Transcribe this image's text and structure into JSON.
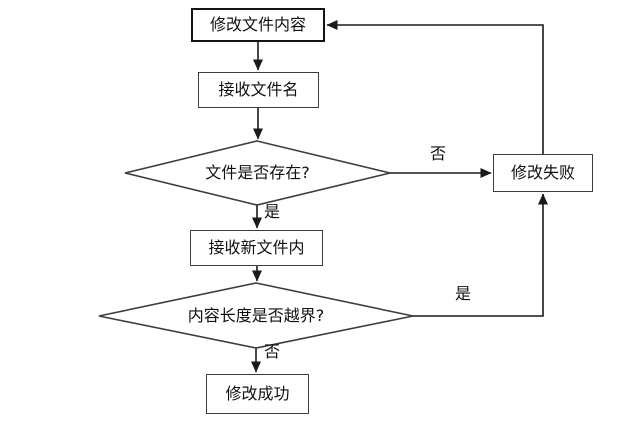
{
  "colors": {
    "background": "#ffffff",
    "line": "#1a1a1a",
    "box_border": "#3d3d3d",
    "start_box_border": "#141414",
    "text": "#111111"
  },
  "nodes": {
    "modify_content": {
      "label": "修改文件内容",
      "type": "process"
    },
    "receive_filename": {
      "label": "接收文件名",
      "type": "process"
    },
    "file_exists": {
      "label": "文件是否存在?",
      "type": "decision"
    },
    "receive_new_content": {
      "label": "接收新文件内",
      "type": "process"
    },
    "length_check": {
      "label": "内容长度是否越界?",
      "type": "decision"
    },
    "modify_success": {
      "label": "修改成功",
      "type": "process"
    },
    "modify_fail": {
      "label": "修改失败",
      "type": "process"
    }
  },
  "edge_labels": {
    "file_exists_no": "否",
    "file_exists_yes": "是",
    "length_check_yes": "是",
    "length_check_no": "否"
  }
}
